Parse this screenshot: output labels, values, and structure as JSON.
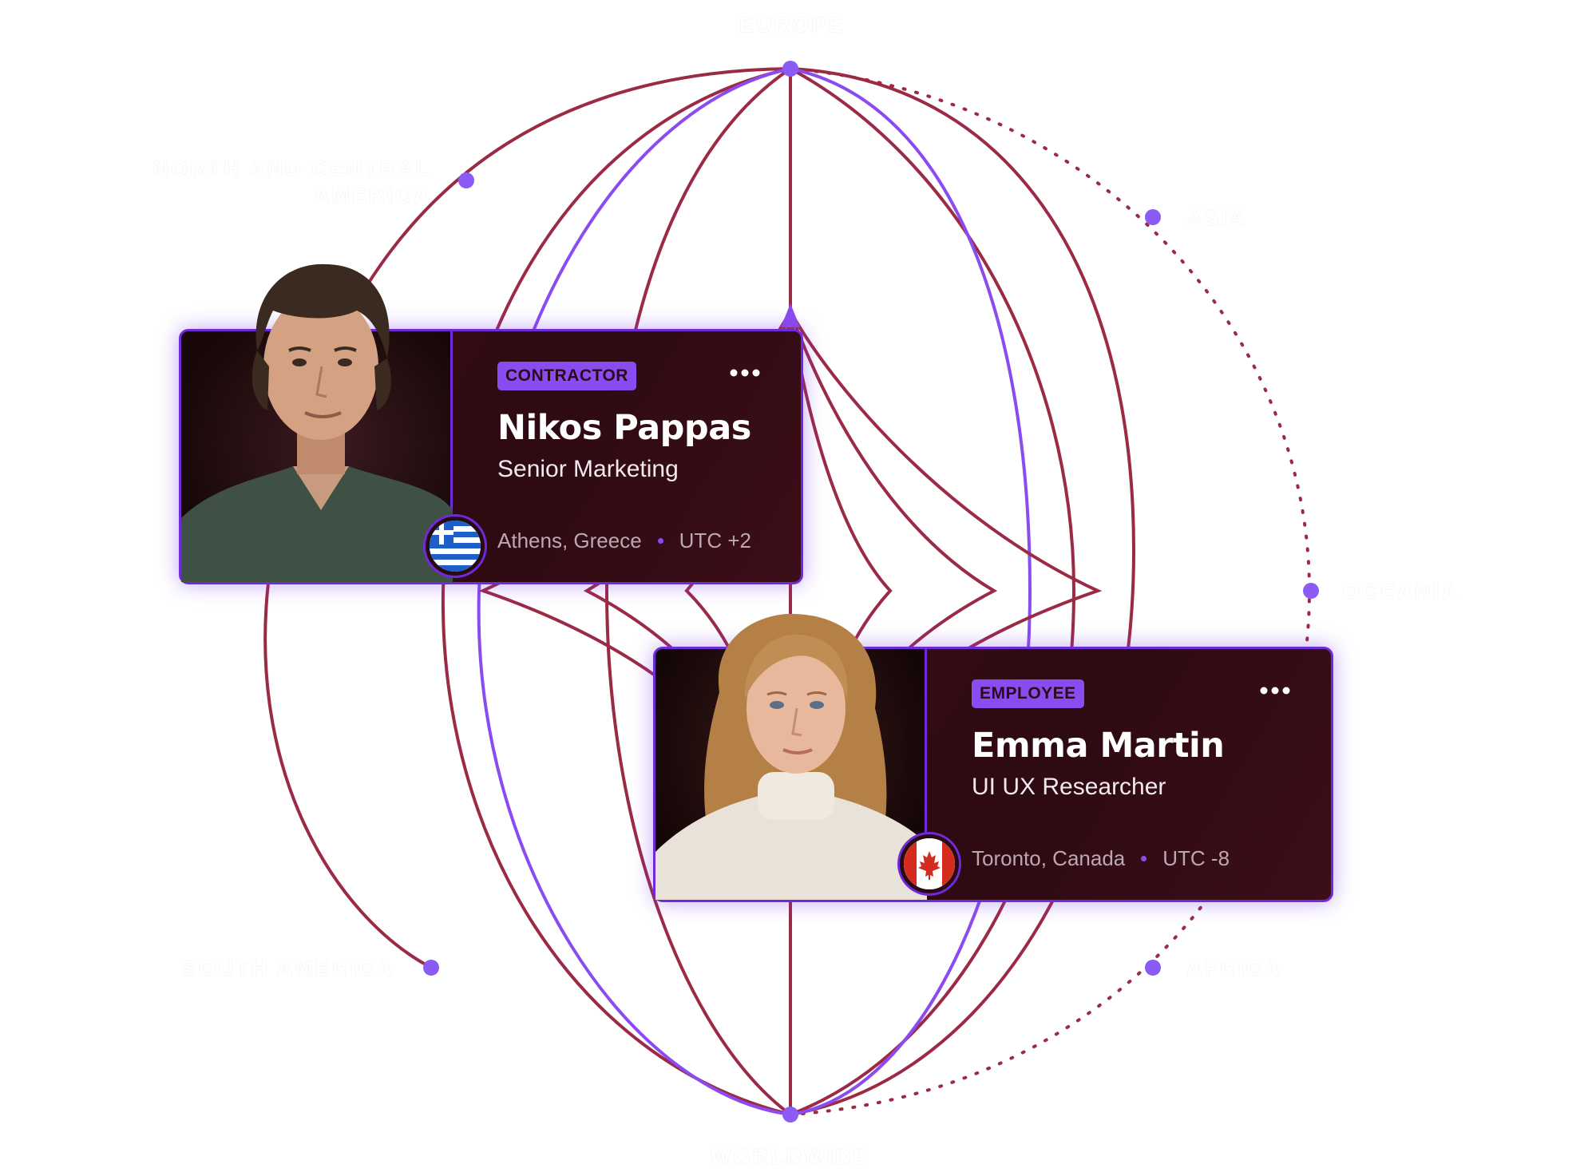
{
  "regions": {
    "europe": "EUROPE",
    "north_central_america_line1": "NORTH AND CENTRAL",
    "north_central_america_line2": "AMERICA",
    "asia": "ASIA",
    "oceania": "OCEANIA",
    "south_america": "SOUTH AMERICA",
    "africa": "AFRICA",
    "worldwide": "WORLDWIDE"
  },
  "cards": [
    {
      "badge": "CONTRACTOR",
      "name": "Nikos Pappas",
      "role": "Senior Marketing",
      "city": "Athens, Greece",
      "timezone": "UTC +2",
      "flag": "greece-flag-icon"
    },
    {
      "badge": "EMPLOYEE",
      "name": "Emma Martin",
      "role": "UI UX Researcher",
      "city": "Toronto, Canada",
      "timezone": "UTC -8",
      "flag": "canada-flag-icon"
    }
  ],
  "colors": {
    "card_bg": "#2e0a12",
    "card_border": "#6d2bd9",
    "badge_bg": "#8a4cf0",
    "line_red": "#9b2a45",
    "line_purple": "#8a4cf0",
    "node": "#8a5cf5"
  }
}
